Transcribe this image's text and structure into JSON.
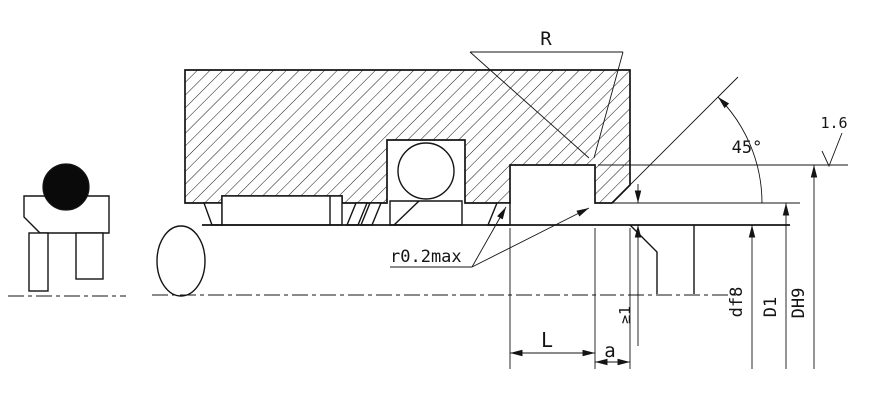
{
  "drawing": {
    "type": "seal-installation-groove-section-drawing",
    "colors": {
      "line": "#141414",
      "background": "#ffffff",
      "o_ring_fill": "#0a0a0a"
    },
    "callouts": {
      "groove_radius": "R",
      "chamfer_angle": "45°",
      "surface_roughness": "1.6",
      "corner_radius_max": "r0.2max",
      "min_land": "≥1",
      "groove_length": "L",
      "chamfer_length": "a"
    },
    "diameters": {
      "rod": "df8",
      "bore": "D1",
      "groove": "DH9"
    }
  }
}
